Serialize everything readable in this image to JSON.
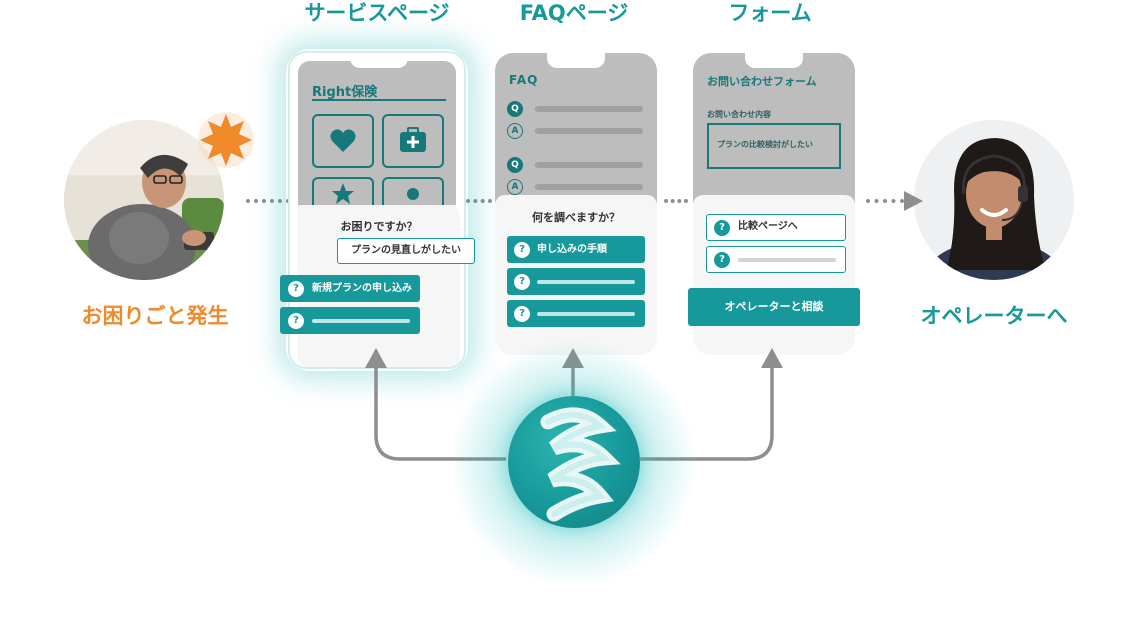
{
  "titles": {
    "service_page": "サービスページ",
    "faq_page": "FAQページ",
    "form": "フォーム"
  },
  "left_label": "お困りごと発生",
  "right_label": "オペレーターへ",
  "phone_service": {
    "header": "Right保険",
    "question": "お困りですか？",
    "option_outline": "プランの見直しがしたい",
    "option_fill_1": "新規プランの申し込み",
    "qmark": "?"
  },
  "phone_faq": {
    "header": "FAQ",
    "q_badge": "Q",
    "a_badge": "A",
    "question": "何を調べますか？",
    "option_1": "申し込みの手順",
    "qmark": "?"
  },
  "phone_form": {
    "header": "お問い合わせフォーム",
    "field_label": "お問い合わせ内容",
    "field_value": "プランの比較検討がしたい",
    "option_1": "比較ページへ",
    "qmark": "?",
    "operator_button": "オペレーターと相談"
  },
  "colors": {
    "teal": "#17989a",
    "dark_teal": "#17787a",
    "orange": "#f0892a",
    "grey_screen": "#bdbdbd",
    "arrow_grey": "#8e8e8e"
  }
}
